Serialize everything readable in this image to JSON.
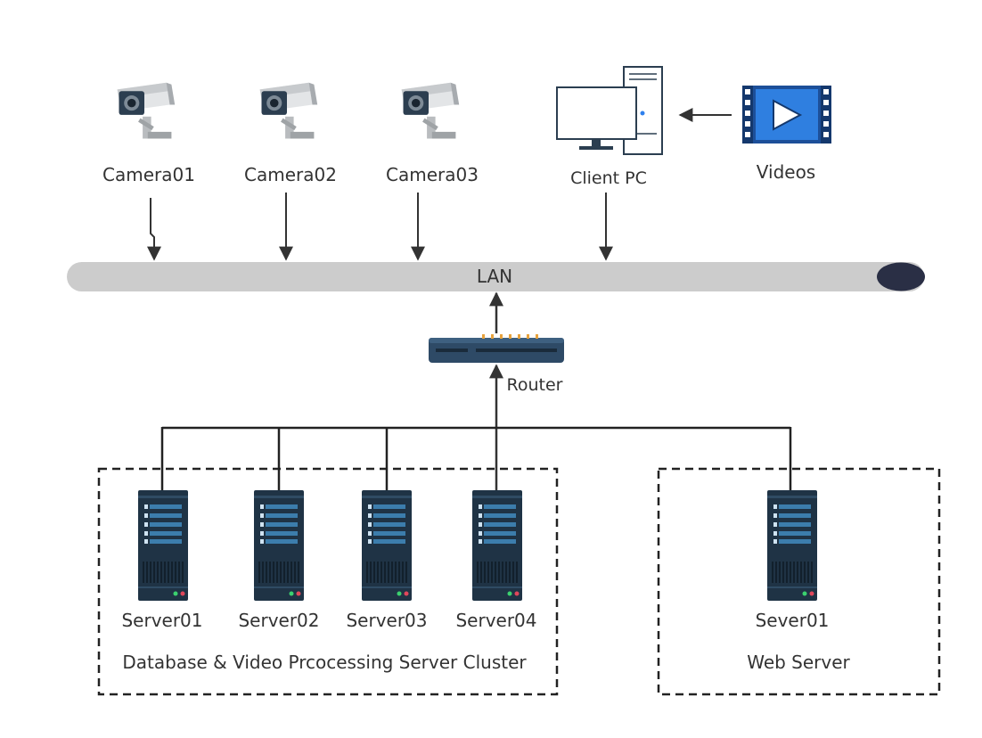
{
  "colors": {
    "lan_bar": "#cccccc",
    "lan_cap": "#2a2f45",
    "arrow": "#333333",
    "line": "#222222",
    "server_body": "#1f3345",
    "server_stripe": "#3c7dac",
    "router_body": "#2e4a66",
    "camera_body": "#d4d6d8",
    "video_icon": "#1e63c6"
  },
  "network": {
    "lan_label": "LAN",
    "router_label": "Router"
  },
  "cameras": [
    {
      "label": "Camera01",
      "icon": "camera-icon"
    },
    {
      "label": "Camera02",
      "icon": "camera-icon"
    },
    {
      "label": "Camera03",
      "icon": "camera-icon"
    }
  ],
  "client": {
    "label": "Client PC",
    "icon": "desktop-pc-icon"
  },
  "videos": {
    "label": "Videos",
    "icon": "video-play-icon"
  },
  "cluster": {
    "label": "Database & Video Prcocessing Server Cluster",
    "servers": [
      {
        "label": "Server01",
        "icon": "server-icon"
      },
      {
        "label": "Server02",
        "icon": "server-icon"
      },
      {
        "label": "Server03",
        "icon": "server-icon"
      },
      {
        "label": "Server04",
        "icon": "server-icon"
      }
    ]
  },
  "web": {
    "label": "Web Server",
    "servers": [
      {
        "label": "Sever01",
        "icon": "server-icon"
      }
    ]
  }
}
